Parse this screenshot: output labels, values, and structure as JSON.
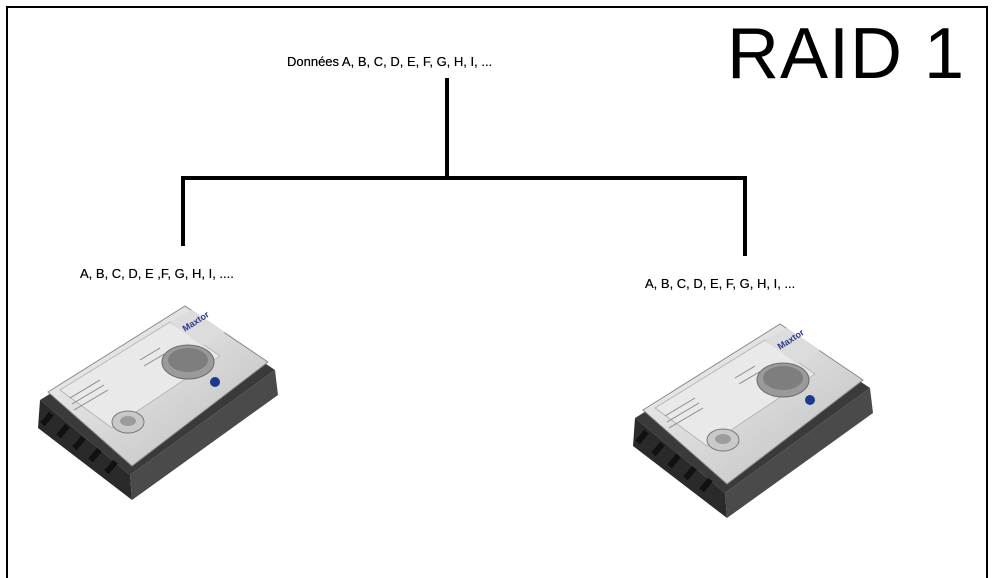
{
  "title": "RAID 1",
  "root": {
    "label": "Données A, B, C, D, E, F, G, H, I, ..."
  },
  "disks": [
    {
      "label": "A, B, C, D, E ,F, G, H, I, ....",
      "brand": "Maxtor"
    },
    {
      "label": "A, B, C, D, E, F, G, H, I, ...",
      "brand": "Maxtor"
    }
  ],
  "icons": [
    "hard-disk-icon",
    "hard-disk-icon"
  ]
}
